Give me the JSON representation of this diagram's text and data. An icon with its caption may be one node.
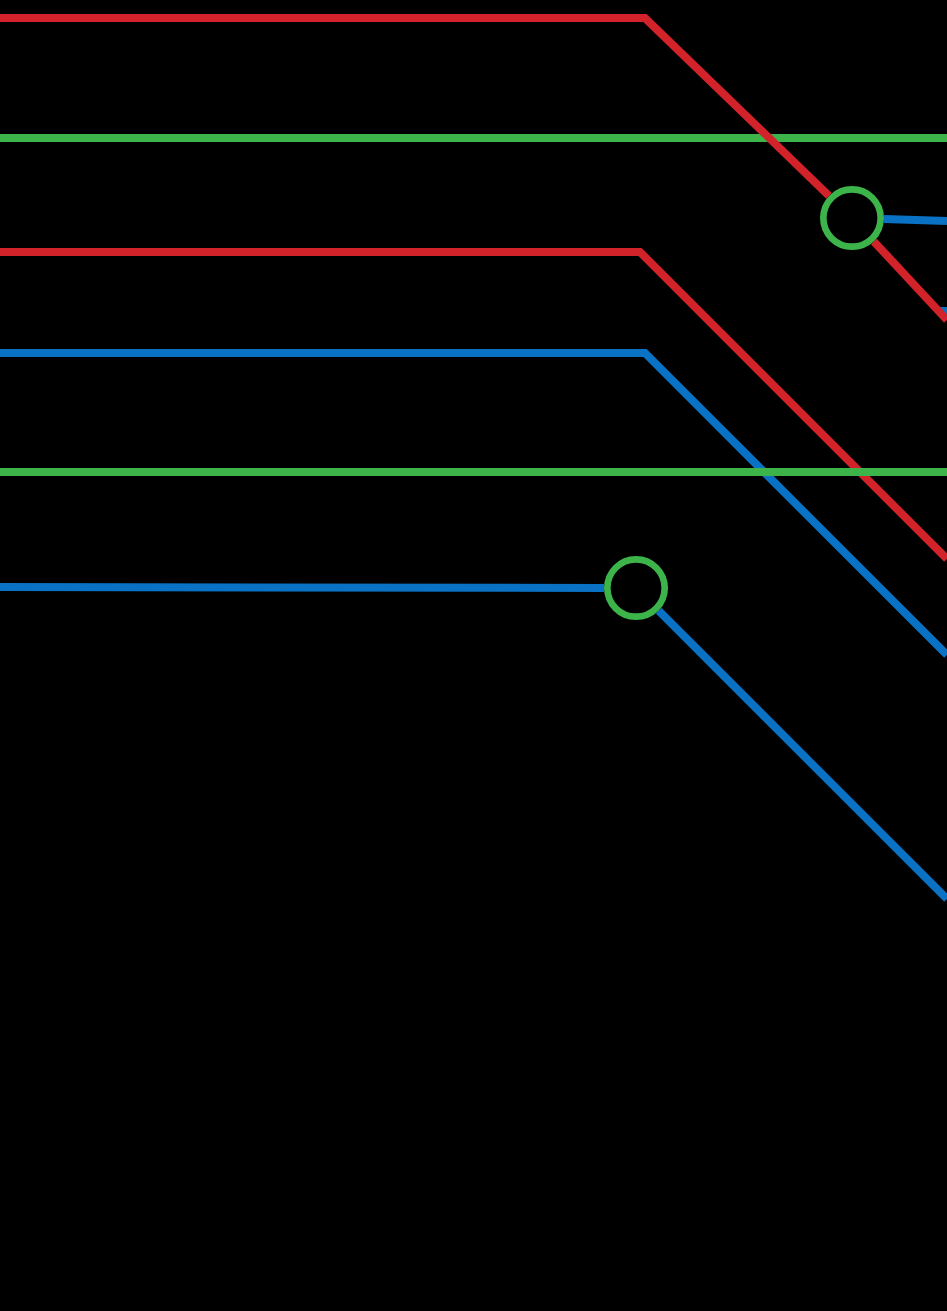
{
  "diagram": {
    "nodes": [
      {
        "text": [],
        "shape": "circle"
      },
      {
        "text": [],
        "shape": "circle"
      }
    ],
    "edges": [
      {
        "from": null,
        "to": 0,
        "arrow": "none",
        "color": "#d2232a"
      },
      {
        "from": 0,
        "to": null,
        "arrow": "none",
        "color": "#d2232a"
      },
      {
        "from": 0,
        "to": null,
        "arrow": "none"
      },
      {
        "from": null,
        "to": 1,
        "arrow": "none"
      },
      {
        "from": 1,
        "to": null,
        "arrow": "none"
      }
    ]
  }
}
